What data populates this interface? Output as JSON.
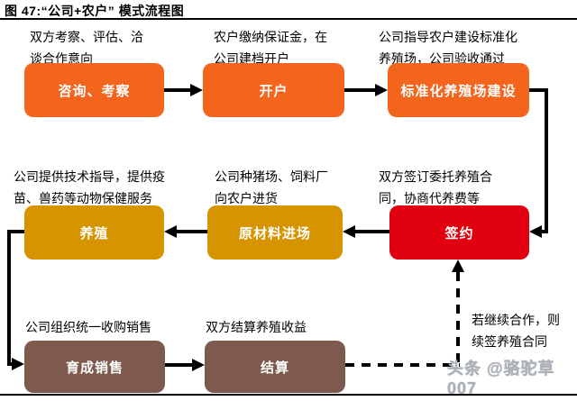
{
  "title": "图 47:“公司+农户” 模式流程图",
  "watermark": "头条 @骆驼草007",
  "colors": {
    "orange": "#F3641D",
    "gold": "#D59400",
    "red": "#E1000F",
    "brown": "#7D594E",
    "line": "#000000"
  },
  "steps": [
    {
      "id": "consult",
      "label": "咨询、考察",
      "note": "双方考察、评估、洽\n谈合作意向",
      "color": "orange"
    },
    {
      "id": "open-account",
      "label": "开户",
      "note": "农户缴纳保证金，在\n公司建档开户",
      "color": "orange"
    },
    {
      "id": "farm-construction",
      "label": "标准化养殖场建设",
      "note": "公司指导农户建设标准化\n养殖场，公司验收通过",
      "color": "orange"
    },
    {
      "id": "sign-contract",
      "label": "签约",
      "note": "双方签订委托养殖合\n同，协商代养费等",
      "color": "red"
    },
    {
      "id": "materials-entry",
      "label": "原材料进场",
      "note": "公司种猪场、饲料厂\n向农户进货",
      "color": "gold"
    },
    {
      "id": "breeding",
      "label": "养殖",
      "note": "公司提供技术指导，提供疫\n苗、兽药等动物保健服务",
      "color": "gold"
    },
    {
      "id": "grow-sale",
      "label": "育成销售",
      "note": "公司组织统一收购销售",
      "color": "brown"
    },
    {
      "id": "settlement",
      "label": "结算",
      "note": "双方结算养殖收益",
      "color": "brown"
    }
  ],
  "loop_note": "若继续合作，则\n续签养殖合同"
}
